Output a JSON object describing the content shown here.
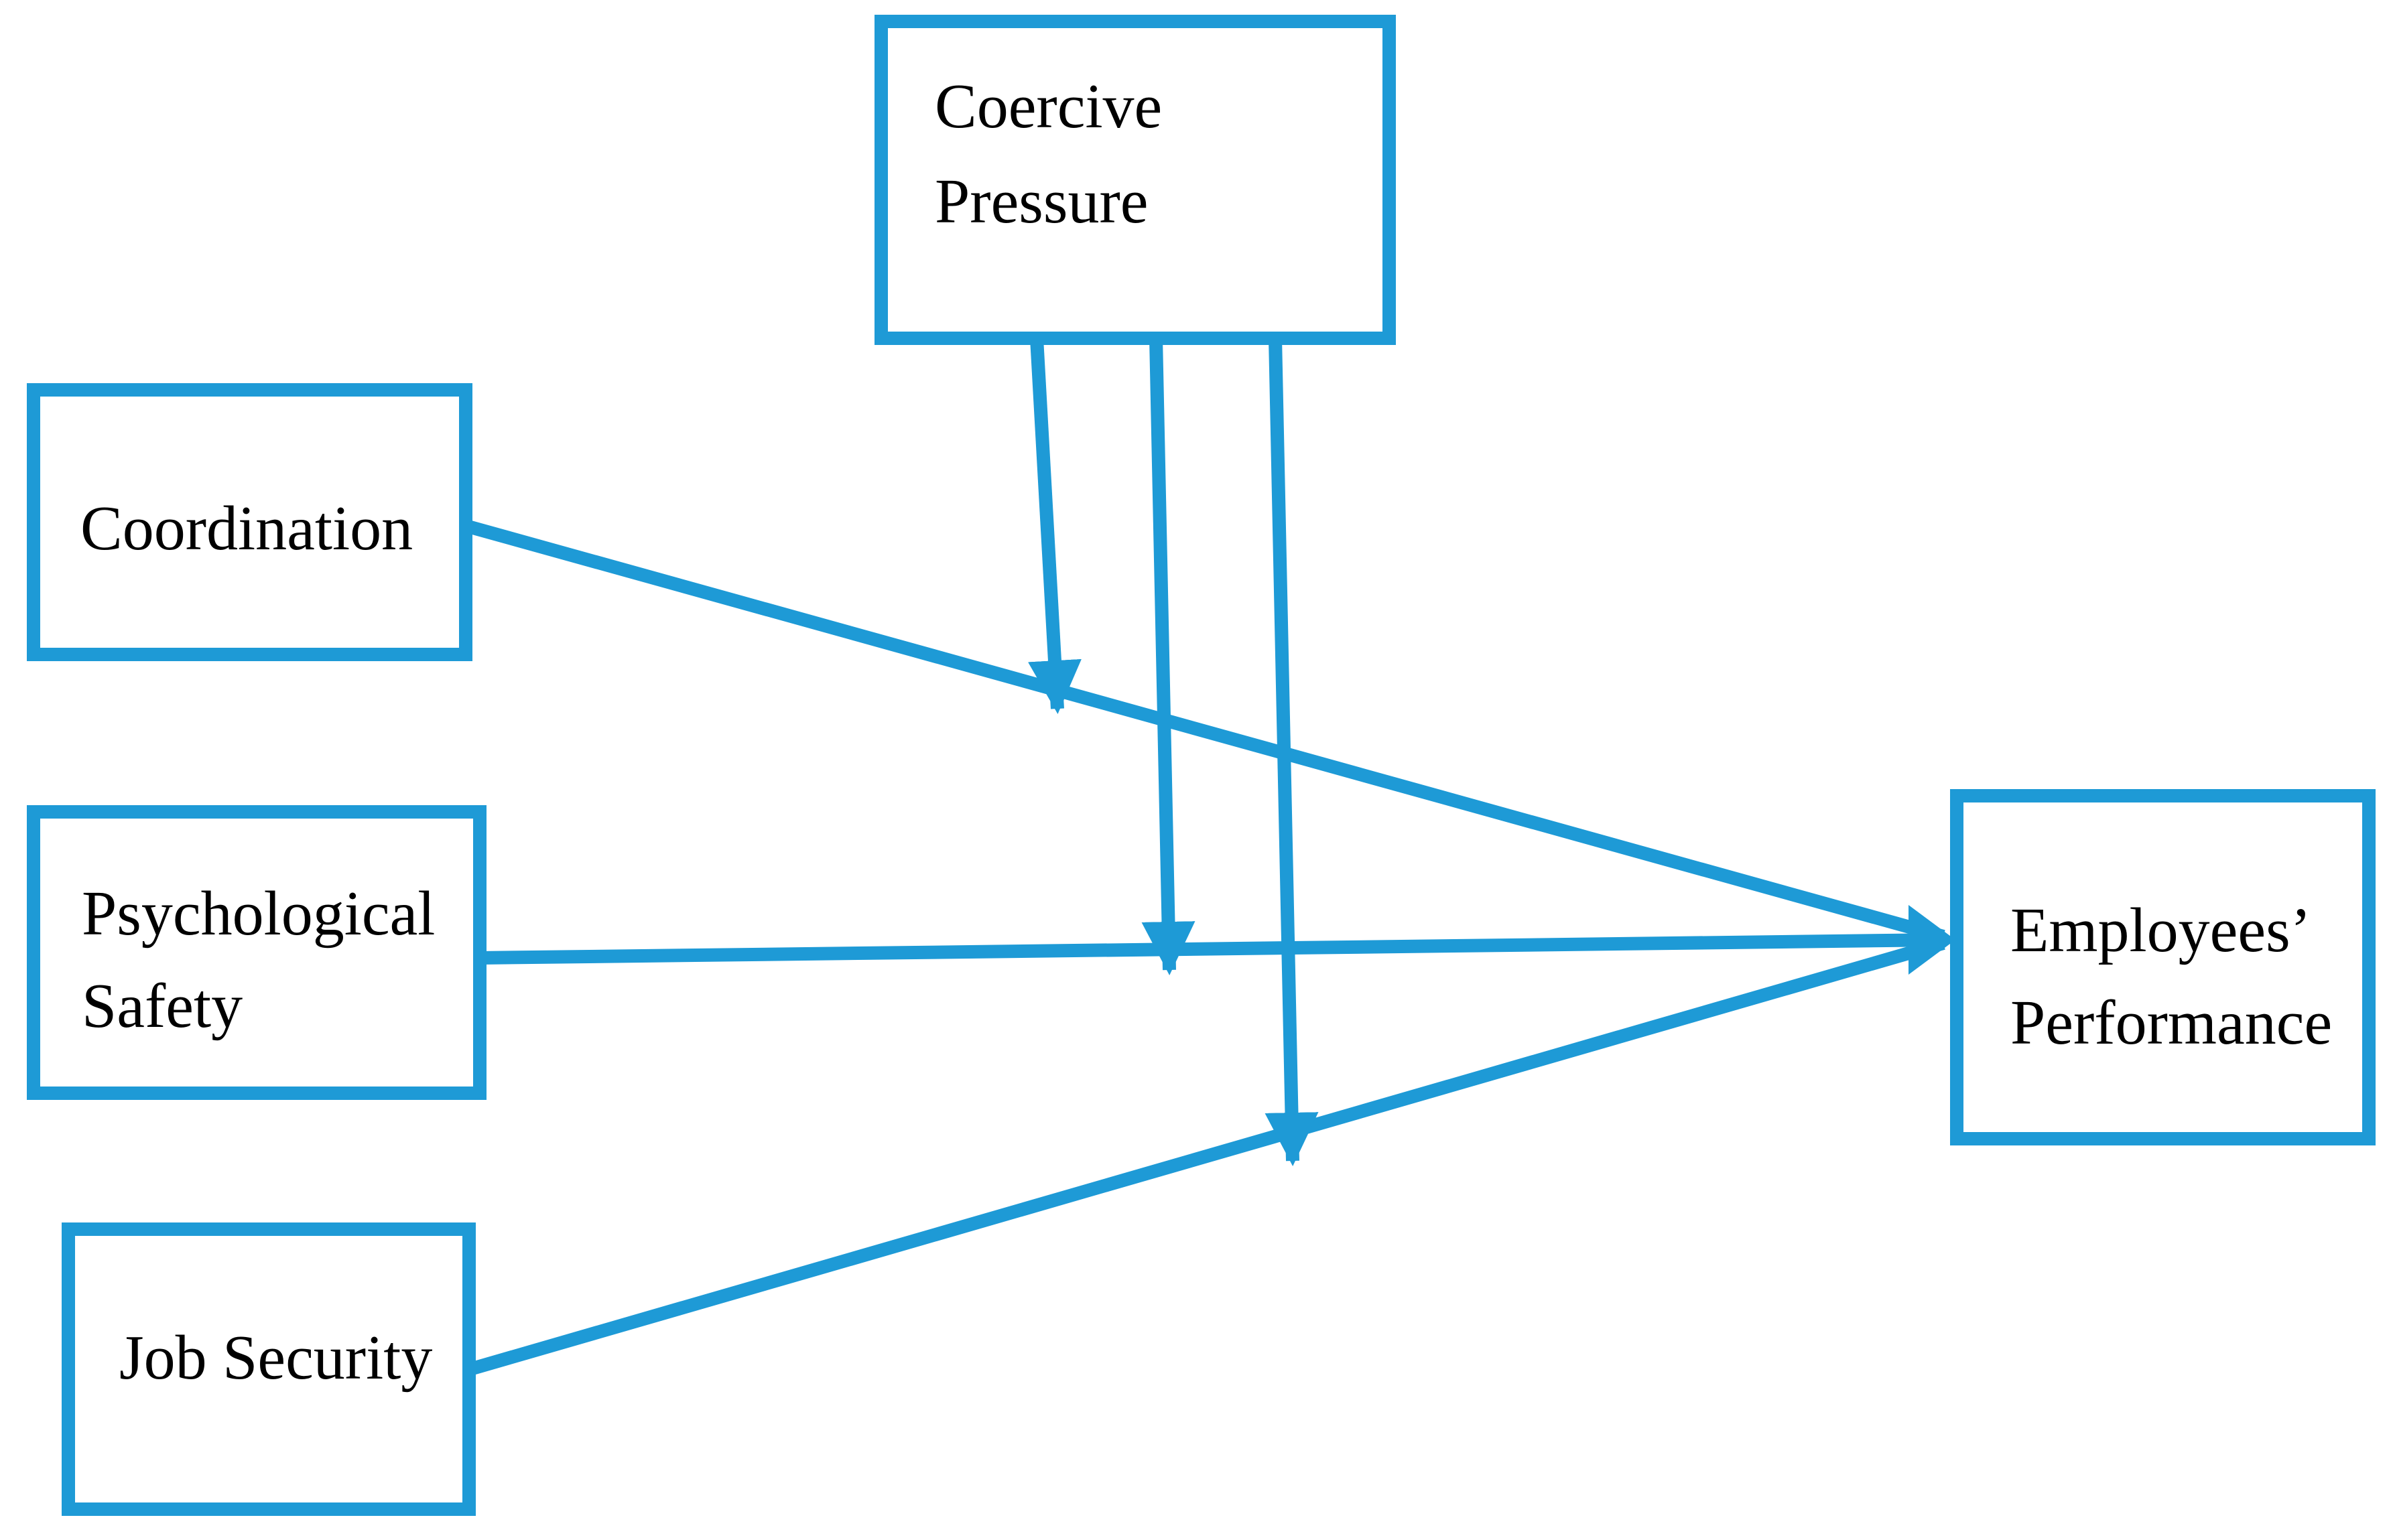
{
  "colors": {
    "accent": "#1E9AD6",
    "text": "#000000",
    "background": "#FFFFFF"
  },
  "diagram": {
    "nodes": {
      "coercive_pressure": {
        "lines": [
          "Coercive",
          "Pressure"
        ]
      },
      "coordination": {
        "lines": [
          "Coordination"
        ]
      },
      "psychological_safety": {
        "lines": [
          "Psychological",
          "Safety"
        ]
      },
      "job_security": {
        "lines": [
          "Job Security"
        ]
      },
      "employees_performance": {
        "lines": [
          "Employees’",
          "Performance"
        ]
      }
    },
    "edges": [
      {
        "from": "coordination",
        "to": "employees_performance",
        "type": "direct-arrow"
      },
      {
        "from": "psychological_safety",
        "to": "employees_performance",
        "type": "direct-arrow"
      },
      {
        "from": "job_security",
        "to": "employees_performance",
        "type": "direct-arrow"
      },
      {
        "from": "coercive_pressure",
        "to": "coordination-performance-path",
        "type": "moderation-arrow"
      },
      {
        "from": "coercive_pressure",
        "to": "psychological-safety-performance-path",
        "type": "moderation-arrow"
      },
      {
        "from": "coercive_pressure",
        "to": "job-security-performance-path",
        "type": "moderation-arrow"
      }
    ]
  }
}
